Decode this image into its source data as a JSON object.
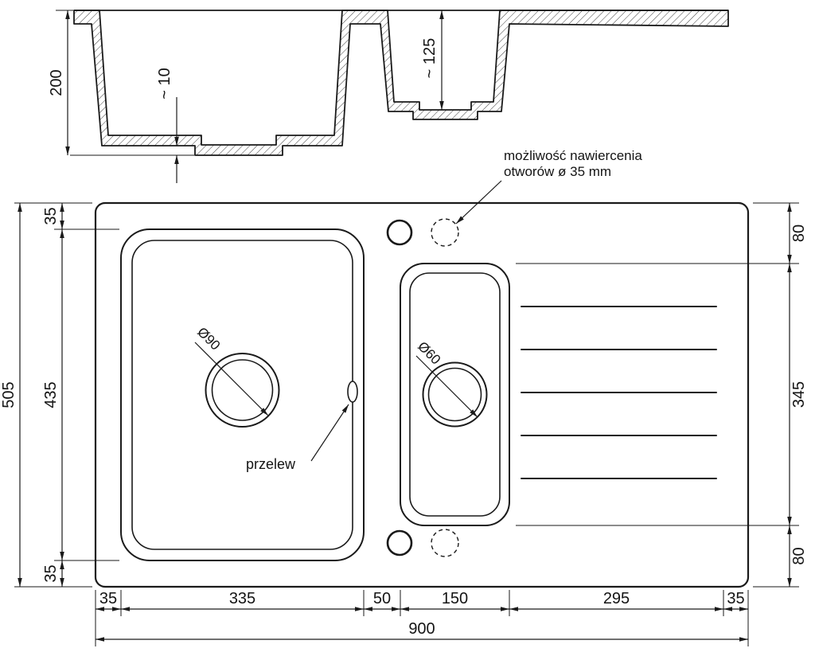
{
  "title": "Kitchen sink technical drawing",
  "colors": {
    "line": "#1a1a1a",
    "background": "#ffffff"
  },
  "section": {
    "depth_main": "200",
    "depth_step": "~ 10",
    "depth_small_bowl": "~ 125"
  },
  "plan": {
    "drain_main": "Ø90",
    "drain_small": "Ø60",
    "overflow_label": "przelew",
    "note_line1": "możliwość nawiercenia",
    "note_line2": "otworów ø 35 mm"
  },
  "dims": {
    "left_outer": "505",
    "left_top": "35",
    "left_mid": "435",
    "left_bottom": "35",
    "right_top": "80",
    "right_mid": "345",
    "right_bottom": "80",
    "bottom": [
      "35",
      "335",
      "50",
      "150",
      "295",
      "35"
    ],
    "bottom_total": "900"
  }
}
